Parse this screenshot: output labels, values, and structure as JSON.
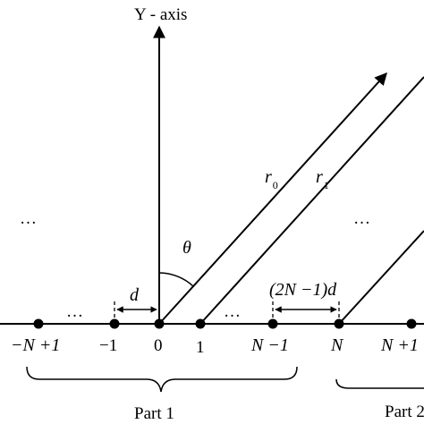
{
  "axis": {
    "y_label": "Y - axis"
  },
  "element_labels": [
    {
      "id": "neg-n-plus-1",
      "text": "−N +1"
    },
    {
      "id": "neg-1",
      "text": "−1"
    },
    {
      "id": "zero",
      "text": "0"
    },
    {
      "id": "one",
      "text": "1"
    },
    {
      "id": "n-minus-1",
      "text": "N −1"
    },
    {
      "id": "n",
      "text": "N"
    },
    {
      "id": "n-plus-1",
      "text": "N +1"
    }
  ],
  "ellipses": {
    "left_upper": "…",
    "left_axis": "…",
    "middle_axis": "…",
    "right_upper": "…"
  },
  "spacing": {
    "d": "d",
    "gap": "(2N −1)d"
  },
  "angle": {
    "theta": "θ"
  },
  "rays": {
    "r0_main": "r",
    "r0_sub": "0",
    "r1_main": "r",
    "r1_sub": "1"
  },
  "parts": {
    "part1": "Part 1",
    "part2": "Part 2"
  }
}
